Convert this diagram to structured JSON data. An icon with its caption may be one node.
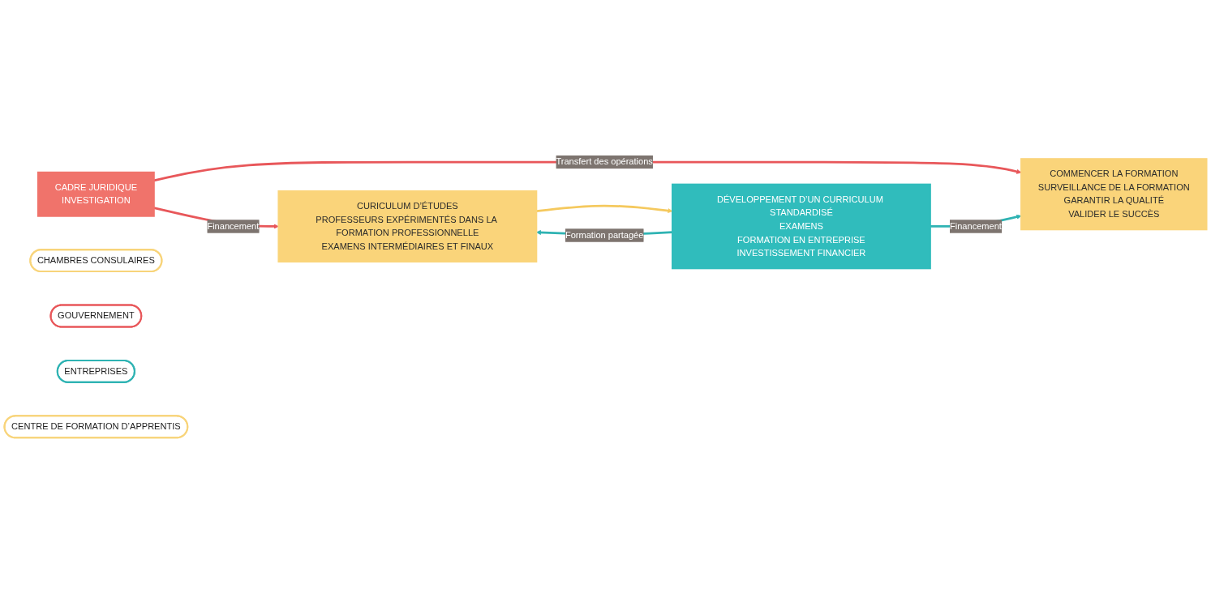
{
  "diagram": {
    "nodes": [
      {
        "text": [
          "COMMENCER LA FORMATION",
          "SURVEILLANCE DE LA FORMATION",
          "GARANTIR LA QUALITÉ",
          "VALIDER LE SUCCÈS"
        ]
      },
      {
        "text": [
          "CADRE JURIDIQUE",
          "INVESTIGATION"
        ]
      },
      {
        "text": [
          "CHAMBRES CONSULAIRES"
        ]
      },
      {
        "text": [
          "GOUVERNEMENT"
        ]
      },
      {
        "text": [
          "ENTREPRISES"
        ]
      },
      {
        "text": [
          "CENTRE DE FORMATION D’APPRENTIS"
        ]
      },
      {
        "text": [
          "DÉVELOPPEMENT D’UN CURRICULUM STANDARDISÉ",
          "EXAMENS",
          "FORMATION EN ENTREPRISE",
          "INVESTISSEMENT FINANCIER"
        ]
      },
      {
        "text": [
          "CURICULUM D’ÉTUDES",
          "PROFESSEURS EXPÉRIMENTÉS DANS LA FORMATION PROFESSIONNELLE",
          "EXAMENS INTERMÉDIAIRES ET FINAUX"
        ]
      }
    ],
    "edges": [
      {
        "from": 1,
        "to": 0,
        "arrow": "to",
        "label": "Transfert des opérations",
        "color": "#e8575a"
      },
      {
        "from": 6,
        "to": 0,
        "arrow": "to",
        "label": "Financement",
        "color": "#2fb3b3"
      },
      {
        "from": 1,
        "to": 7,
        "arrow": "to",
        "label": "Financement",
        "color": "#e8575a"
      },
      {
        "from": 6,
        "to": 7,
        "arrow": "to",
        "label": "Formation partagée",
        "color": "#2fb3b3"
      },
      {
        "from": 7,
        "to": 6,
        "arrow": "to",
        "color": "#f5c95e"
      }
    ]
  }
}
